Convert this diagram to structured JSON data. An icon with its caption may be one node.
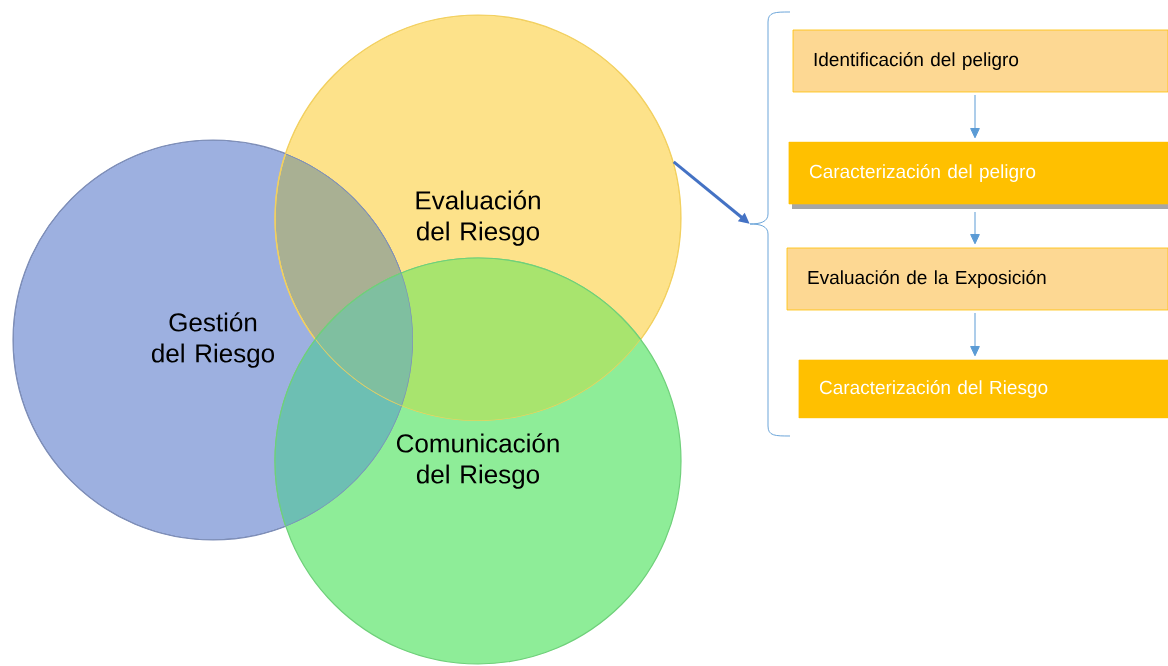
{
  "diagram": {
    "nodes": [
      {
        "text": [
          "Gestión del Riesgo"
        ]
      },
      {
        "text": [
          "Evaluación del Riesgo"
        ]
      },
      {
        "text": [
          "Comunicación del Riesgo"
        ]
      },
      {
        "text": [],
        "shape": "bracket"
      },
      {
        "text": [
          "Identificación del peligro"
        ]
      },
      {
        "text": [
          "Caracterización del peligro"
        ]
      },
      {
        "text": [
          "Evaluación de la Exposición"
        ]
      },
      {
        "text": [
          "Caracterización del Riesgo"
        ]
      }
    ],
    "edges": [
      {
        "from": 1,
        "to": 3,
        "arrow": "to",
        "style": "thick",
        "color": "#4472c4"
      },
      {
        "from": 4,
        "to": 5,
        "arrow": "to"
      },
      {
        "from": 5,
        "to": 6,
        "arrow": "to"
      },
      {
        "from": 6,
        "to": 7,
        "arrow": "to"
      }
    ]
  }
}
